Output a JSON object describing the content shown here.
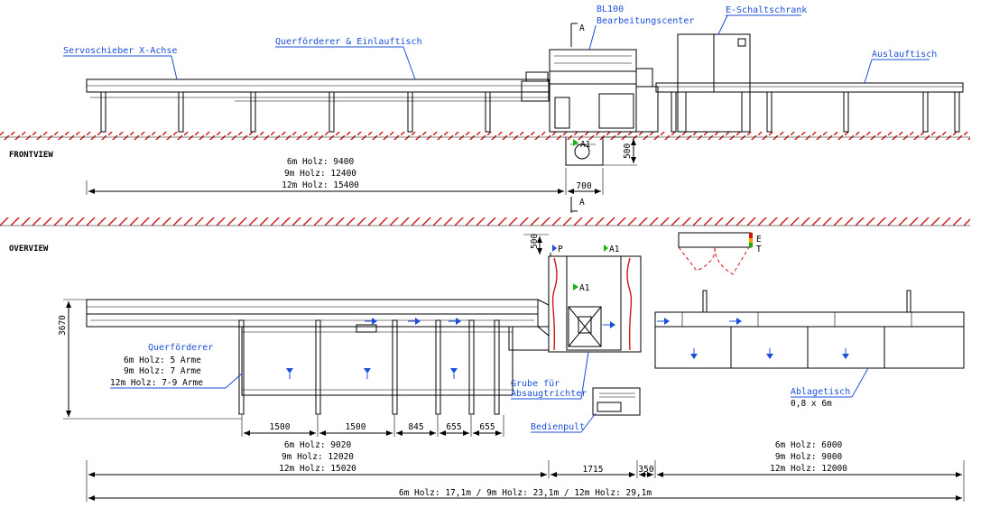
{
  "front_view": {
    "section_title": "FRONTVIEW",
    "labels": {
      "servo": "Servoschieber X-Achse",
      "cross_conveyor": "Querförderer & Einlauftisch",
      "machine_line1": "BL100",
      "machine_line2": "Bearbeitungscenter",
      "cabinet": "E-Schaltschrank",
      "outfeed": "Auslauftisch"
    },
    "section_marker": "A",
    "pit_marker": "A1",
    "dims": {
      "length_6m": "6m Holz: 9400",
      "length_9m": "9m Holz: 12400",
      "length_12m": "12m Holz: 15400",
      "pit_width": "700",
      "pit_depth": "500"
    }
  },
  "overview": {
    "section_title": "OVERVIEW",
    "dims": {
      "height": "3670",
      "top_offset": "500",
      "seg1": "1500",
      "seg2": "1500",
      "seg3": "845",
      "seg4": "655",
      "seg5": "655",
      "infeed_6m": "6m Holz:  9020",
      "infeed_9m": "9m Holz: 12020",
      "infeed_12m": "12m Holz: 15020",
      "machine": "1715",
      "gap": "350",
      "outfeed_6m": "6m Holz: 6000",
      "outfeed_9m": "9m Holz: 9000",
      "outfeed_12m": "12m Holz: 12000",
      "total": "6m Holz: 17,1m / 9m Holz: 23,1m / 12m Holz: 29,1m"
    },
    "labels": {
      "qf_title": "Querförderer",
      "qf_6m": "6m Holz: 5 Arme",
      "qf_9m": "9m Holz: 7 Arme",
      "qf_12m": "12m Holz: 7-9 Arme",
      "pit_line1": "Grube für",
      "pit_line2": "Absaugtrichter",
      "console": "Bedienpult",
      "table_line1": "Ablagetisch",
      "table_line2": "0,8 x 6m"
    },
    "markers": {
      "p": "P",
      "a1_top": "A1",
      "a1_mid": "A1",
      "e": "E",
      "t": "T"
    }
  },
  "colors": {
    "label": "#1a4fd6",
    "hatch": "#d21414",
    "marker_green": "#19b319",
    "lines": "#000000"
  }
}
